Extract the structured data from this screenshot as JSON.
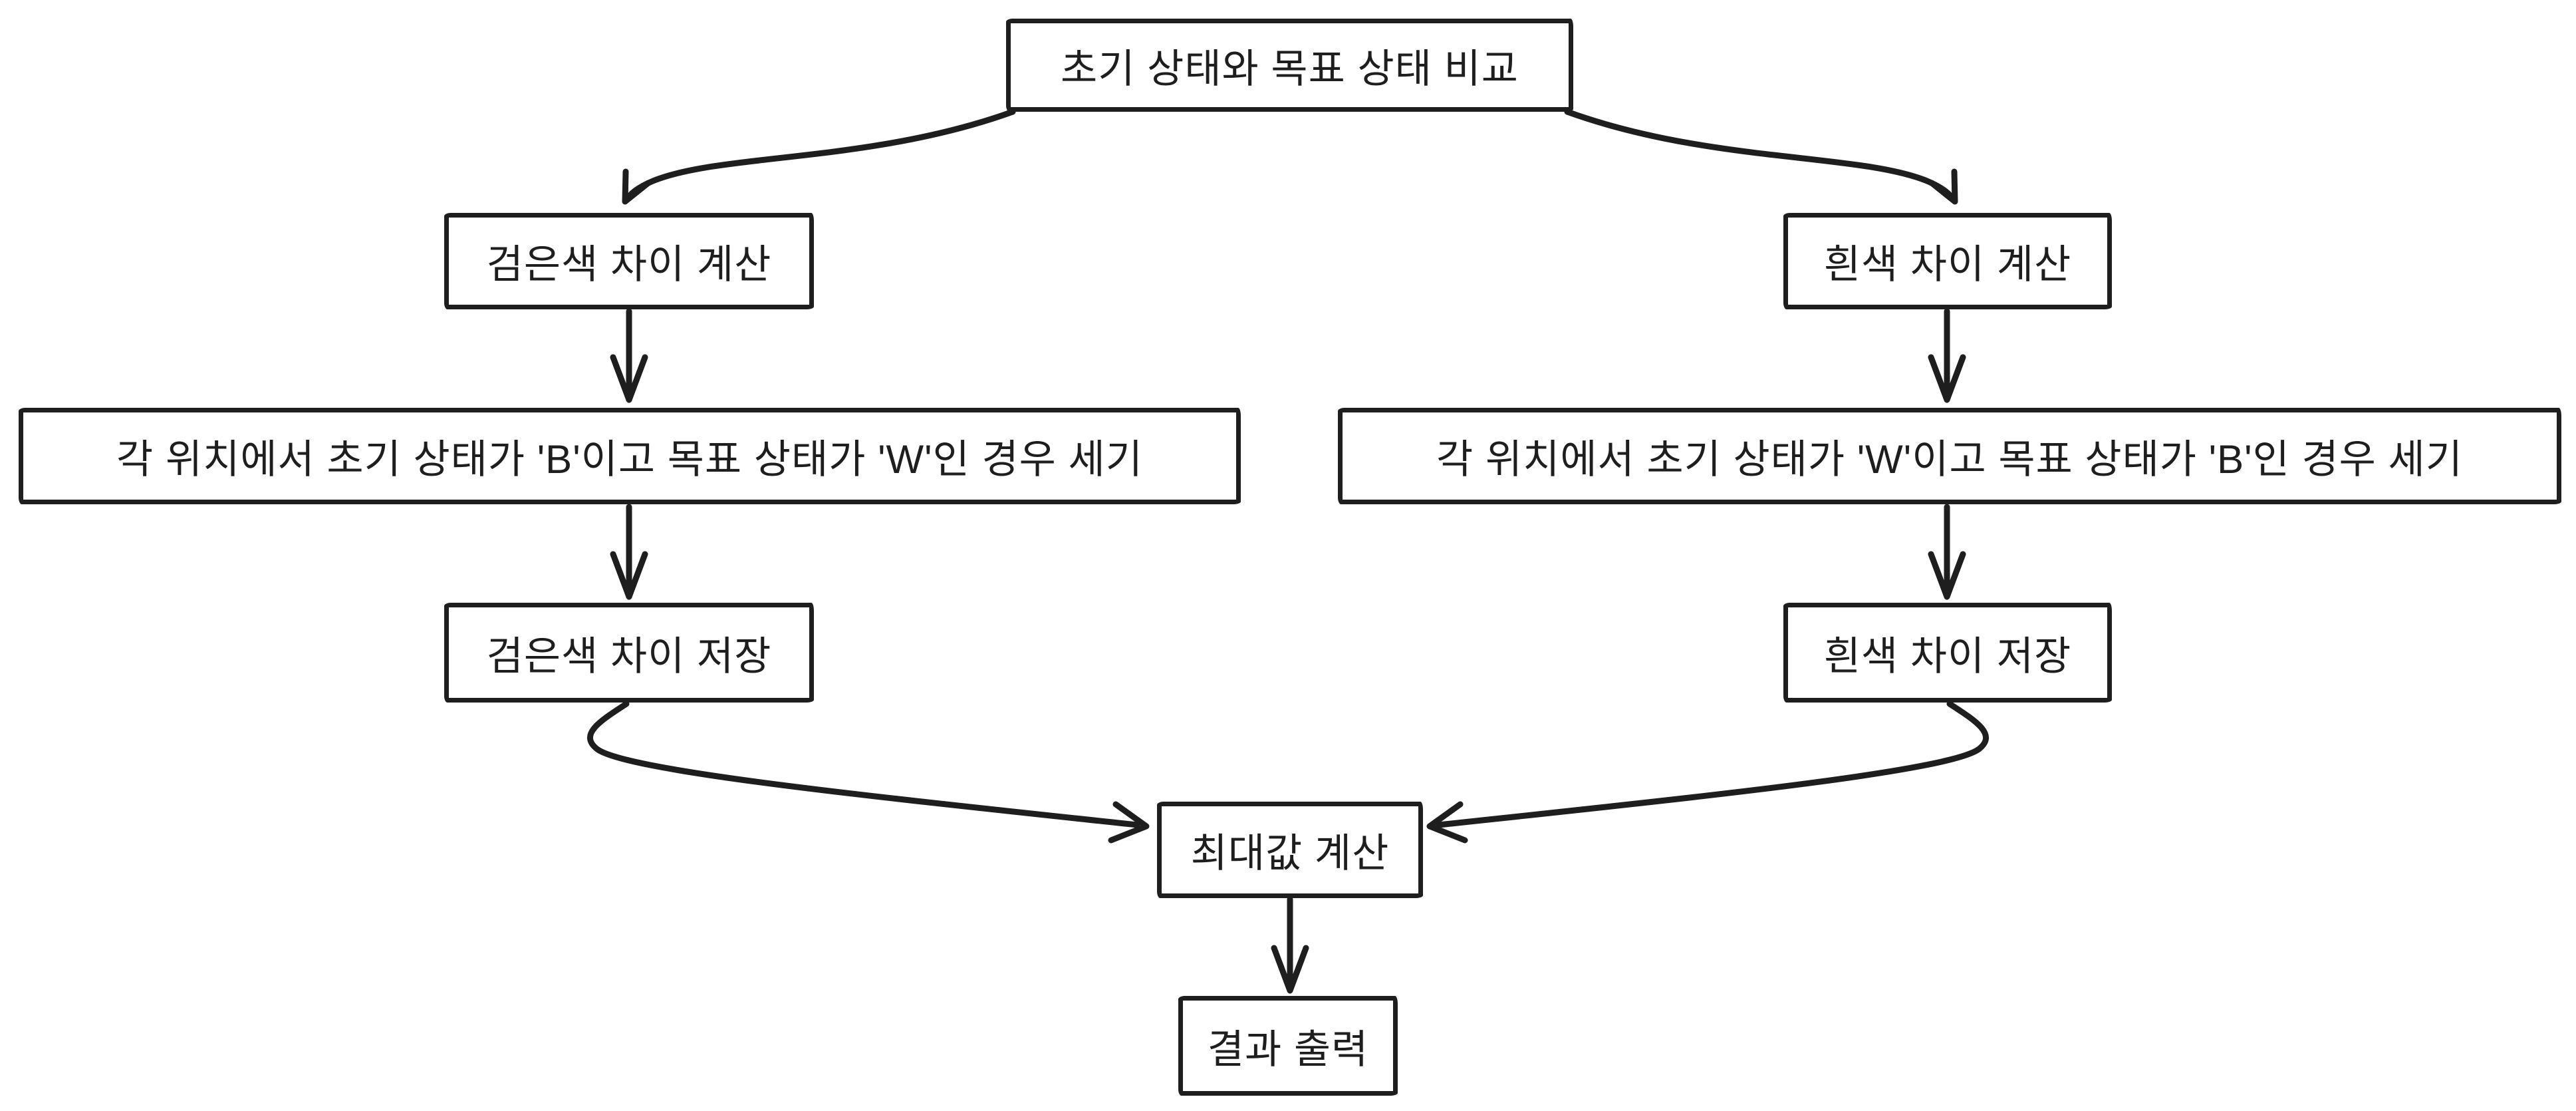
{
  "diagram": {
    "background_color": "#ffffff",
    "stroke_color": "#1e1e1e",
    "nodes": {
      "compare": {
        "label": "초기 상태와 목표 상태 비교"
      },
      "calc_black": {
        "label": "검은색 차이 계산"
      },
      "calc_white": {
        "label": "흰색 차이 계산"
      },
      "count_bw": {
        "label": "각 위치에서 초기 상태가 'B'이고 목표 상태가 'W'인 경우 세기"
      },
      "count_wb": {
        "label": "각 위치에서 초기 상태가 'W'이고 목표 상태가 'B'인 경우 세기"
      },
      "store_black": {
        "label": "검은색 차이 저장"
      },
      "store_white": {
        "label": "흰색 차이 저장"
      },
      "max": {
        "label": "최대값 계산"
      },
      "output": {
        "label": "결과 출력"
      }
    }
  }
}
